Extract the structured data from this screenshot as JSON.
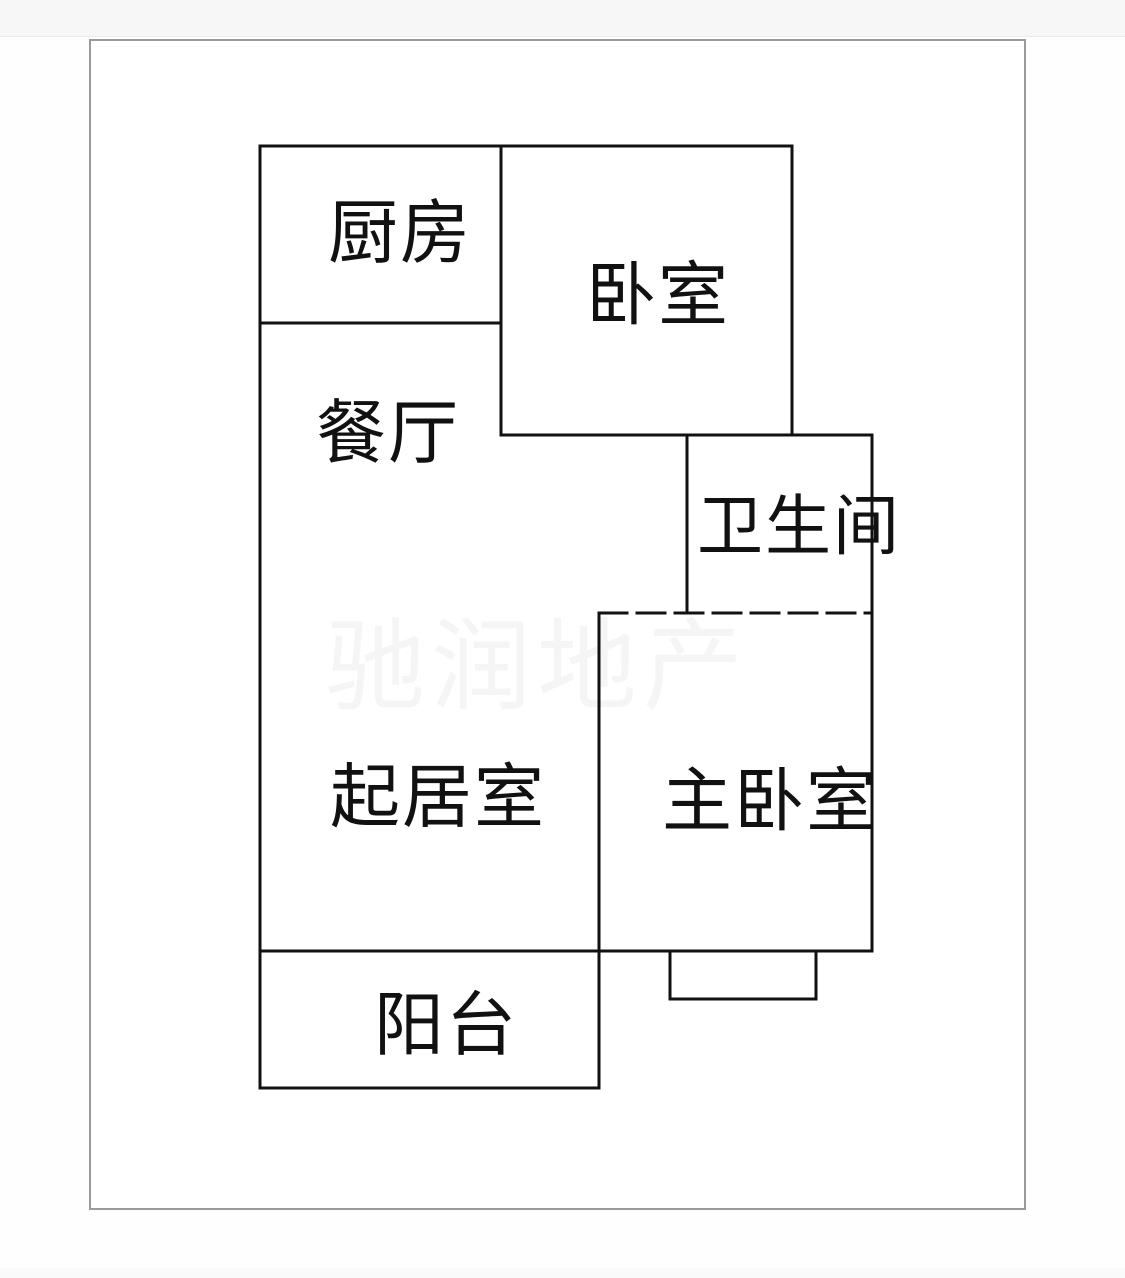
{
  "floor_plan": {
    "watermark": "驰润地产",
    "rooms": [
      {
        "name": "kitchen",
        "label": "厨房"
      },
      {
        "name": "bedroom",
        "label": "卧室"
      },
      {
        "name": "dining-room",
        "label": "餐厅"
      },
      {
        "name": "bathroom",
        "label": "卫生间"
      },
      {
        "name": "living-room",
        "label": "起居室"
      },
      {
        "name": "master-bedroom",
        "label": "主卧室"
      },
      {
        "name": "balcony",
        "label": "阳台"
      }
    ]
  }
}
